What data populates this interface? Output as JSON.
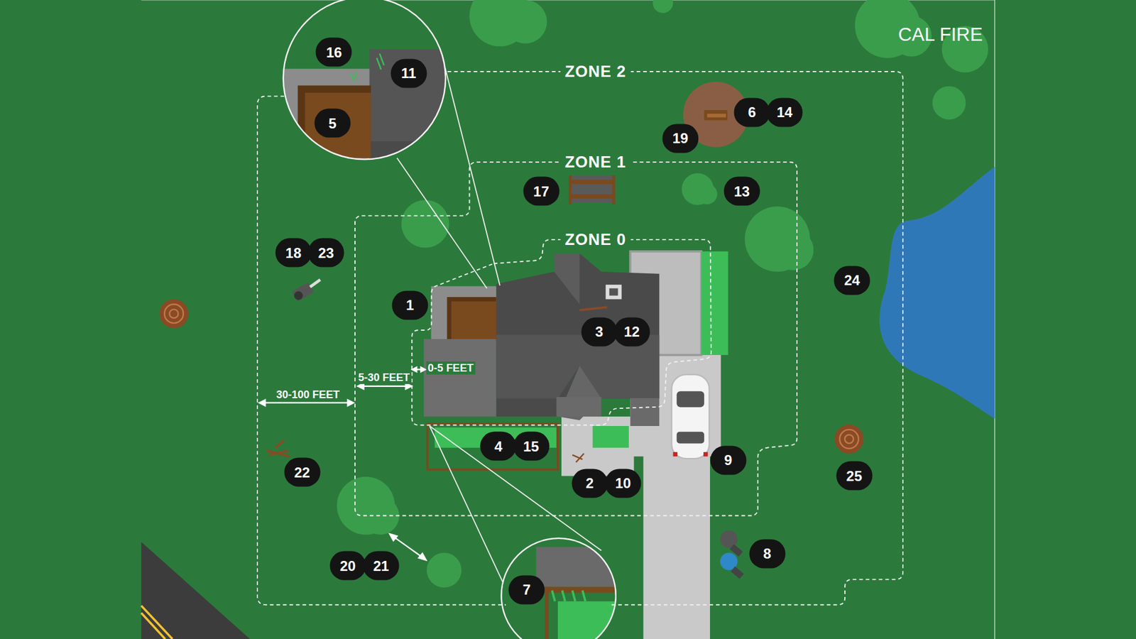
{
  "diagram": {
    "nodes": [
      {
        "text": [
          "ZONE 2"
        ]
      },
      {
        "text": [
          "ZONE 1"
        ],
        "in": 0
      },
      {
        "text": [
          "ZONE 0"
        ],
        "in": 1
      }
    ],
    "labels": [
      "CAL FIRE",
      "30-100 FEET",
      "5-30 FEET",
      "0-5 FEET",
      "16",
      "11",
      "5",
      "6",
      "14",
      "19",
      "17",
      "13",
      "18",
      "23",
      "24",
      "1",
      "3",
      "12",
      "4",
      "15",
      "9",
      "2",
      "10",
      "22",
      "8",
      "20",
      "21",
      "25",
      "7"
    ]
  }
}
